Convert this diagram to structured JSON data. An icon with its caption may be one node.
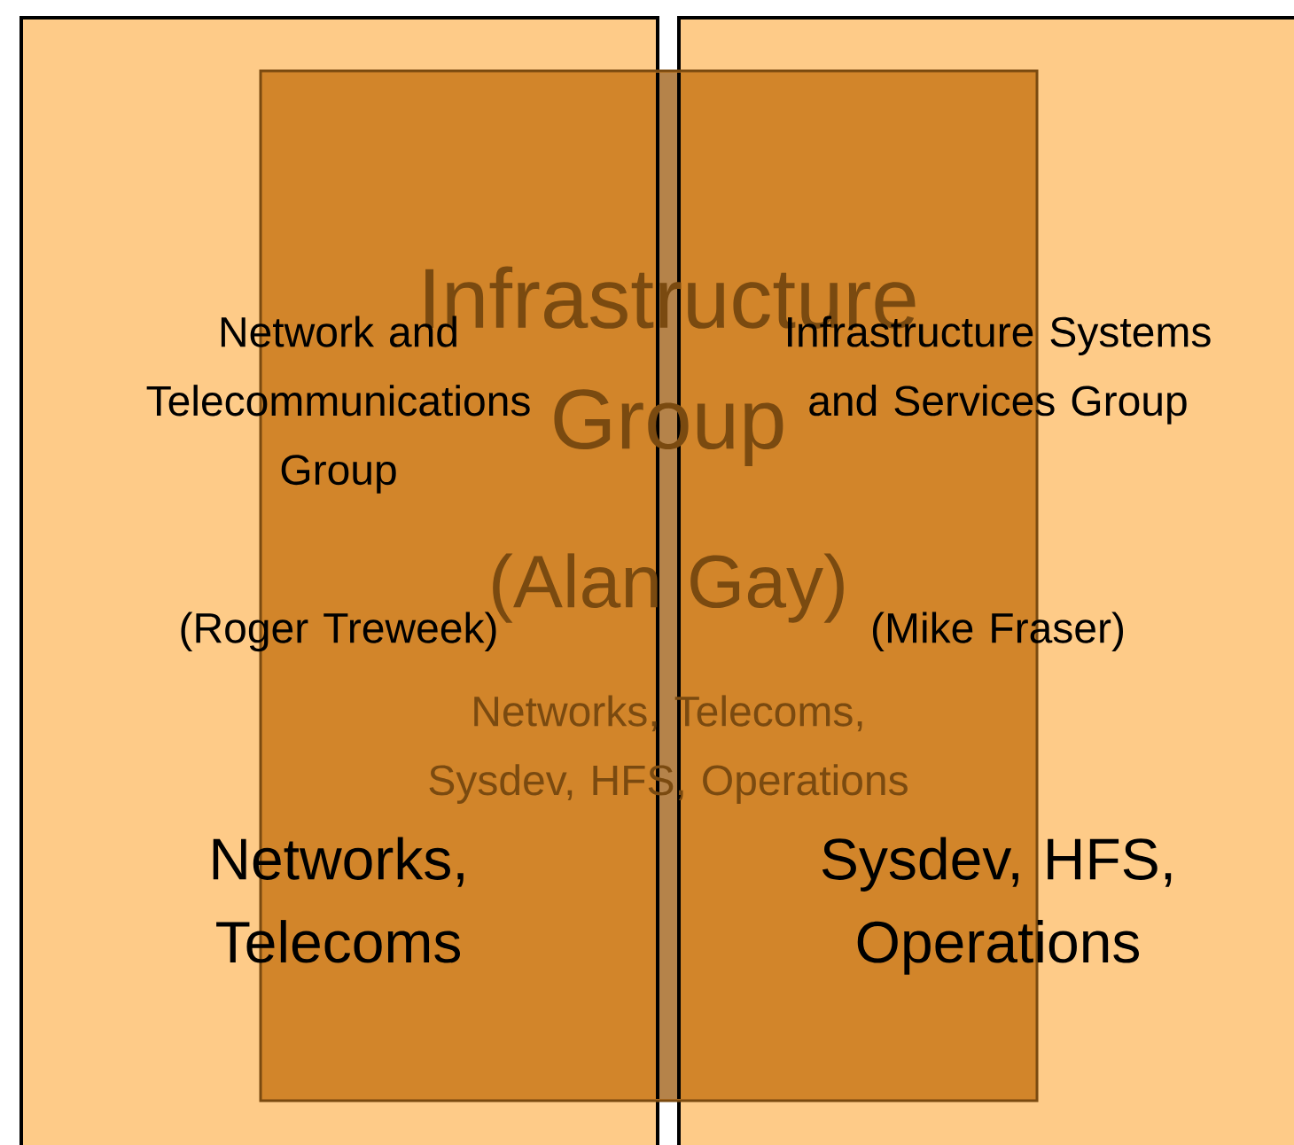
{
  "diagram": {
    "nodes": [
      {
        "text": [
          "Network and Telecommunications Group",
          "(Roger Treweek)",
          "Networks, Telecoms"
        ]
      },
      {
        "text": [
          "Infrastructure Group",
          "(Alan Gay)",
          "Networks, Telecoms, Sysdev, HFS, Operations"
        ]
      },
      {
        "text": [
          "Infrastructure Systems and Services Group",
          "(Mike Fraser)",
          "Sysdev, HFS, Operations"
        ]
      }
    ]
  }
}
